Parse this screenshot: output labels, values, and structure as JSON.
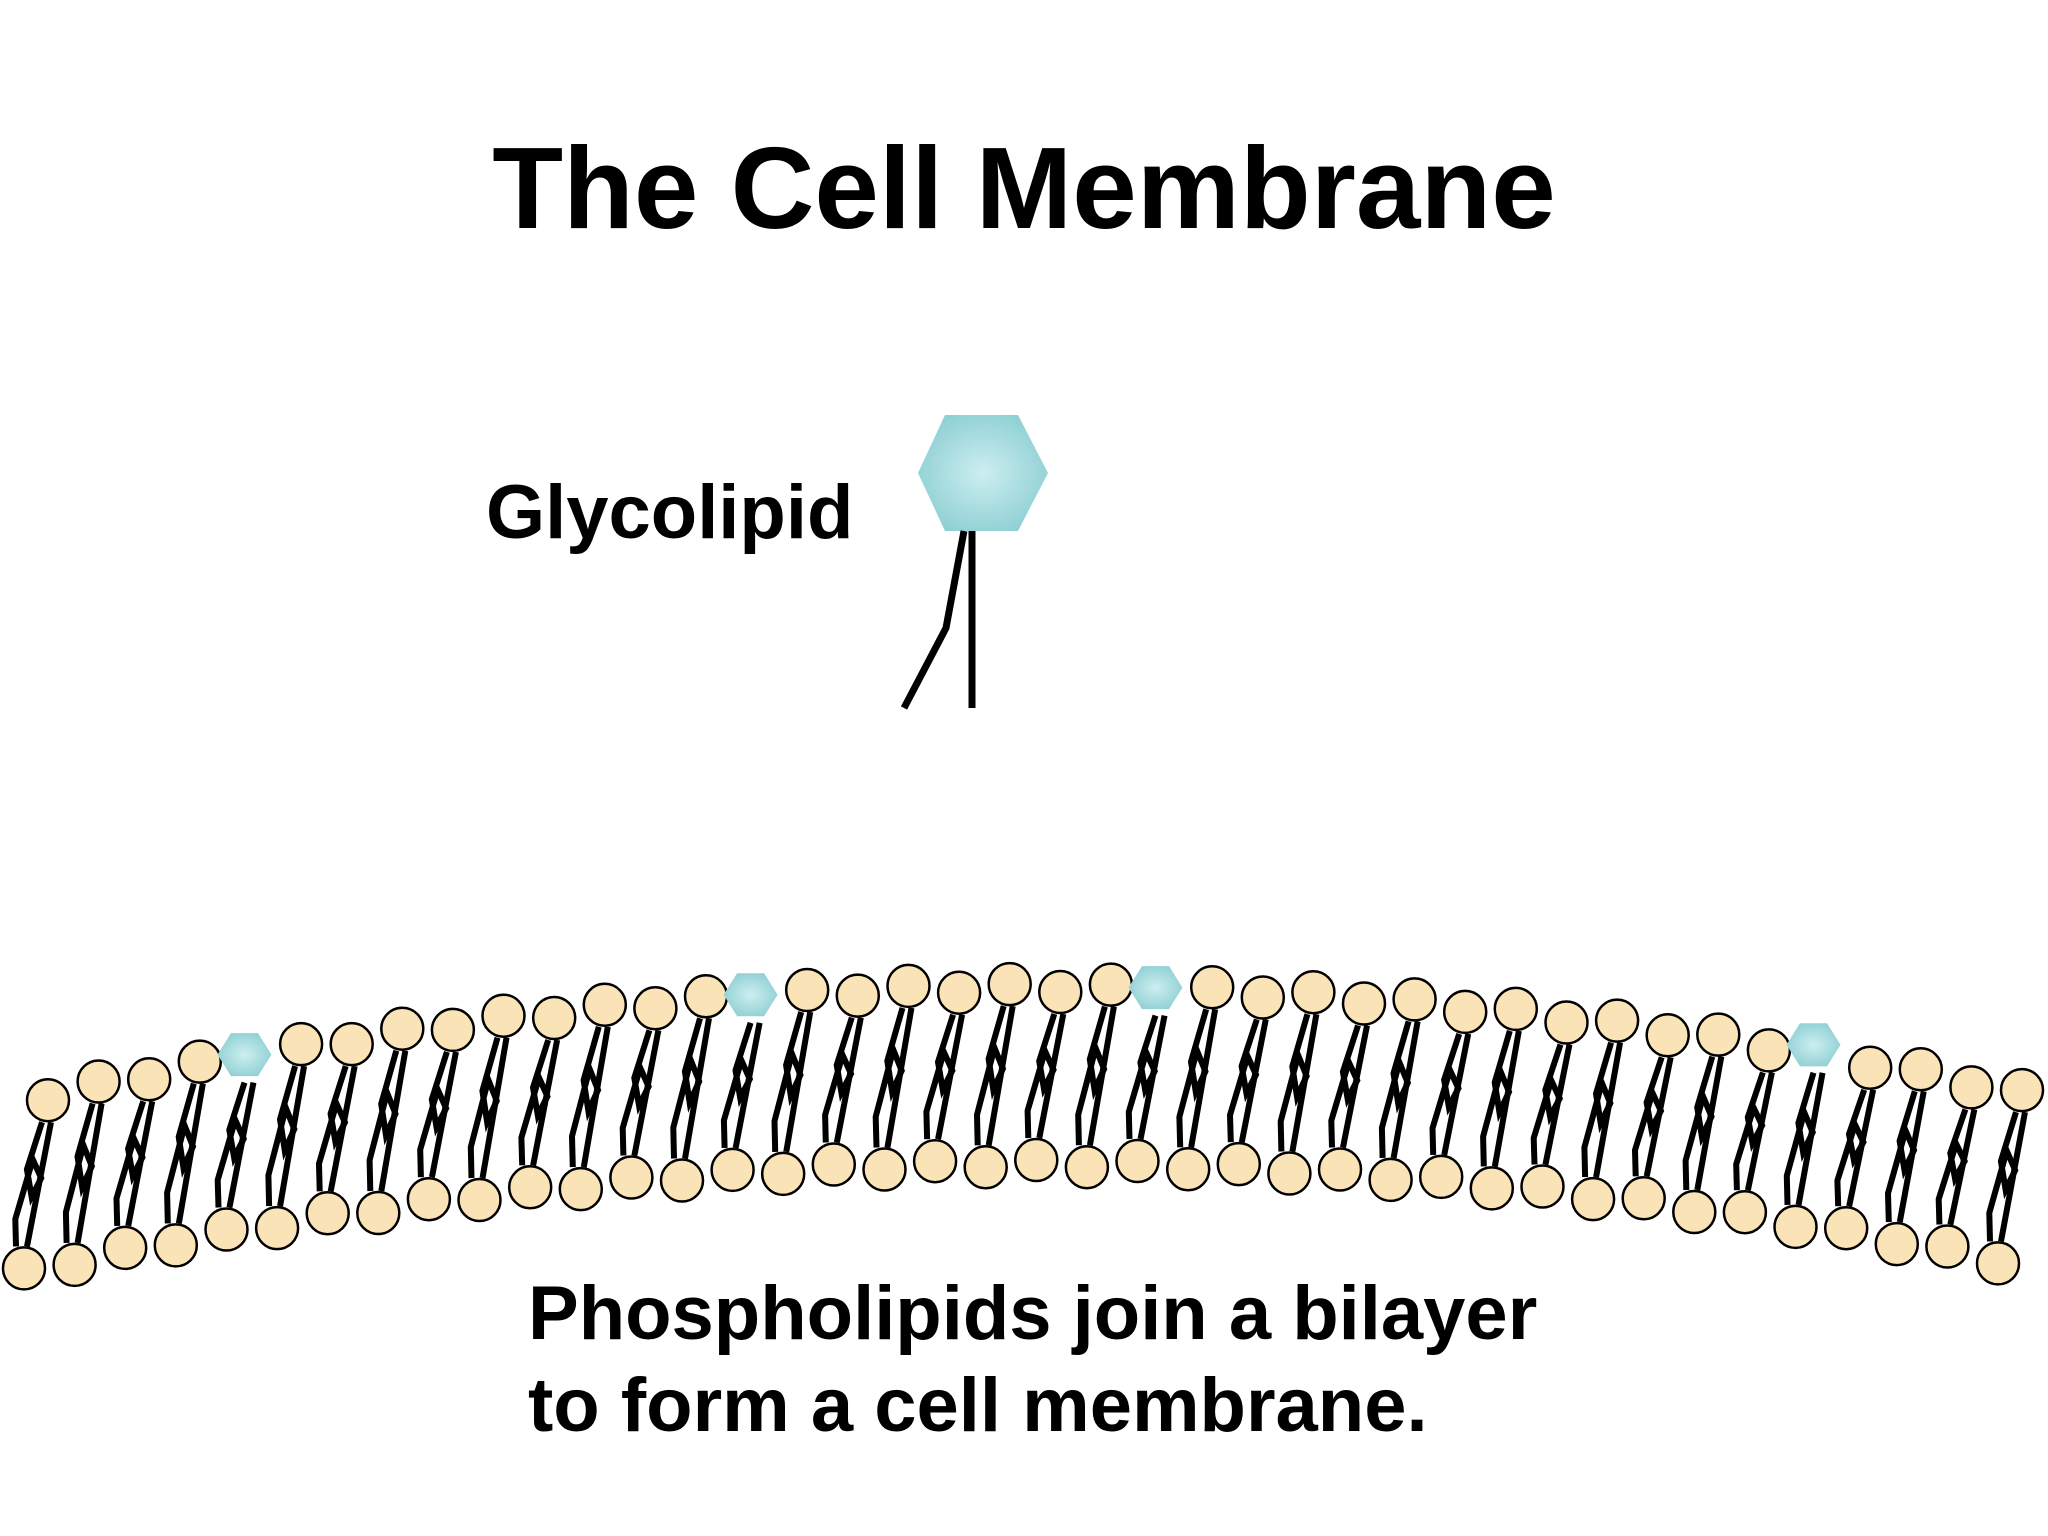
{
  "title": "The Cell Membrane",
  "glycolipid_label": "Glycolipid",
  "caption": {
    "line1": "Phospholipids join a bilayer",
    "line2": "to form a cell membrane."
  },
  "colors": {
    "phospholipid_head": "#fbe3b8",
    "sugar": "#8fd0d4",
    "tail": "#000000"
  }
}
